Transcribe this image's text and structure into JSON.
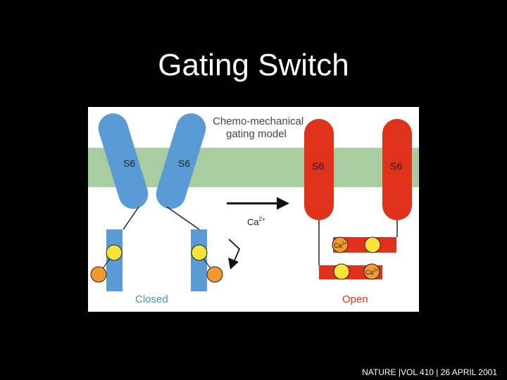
{
  "slide": {
    "title": "Gating Switch",
    "citation": "NATURE |VOL 410 | 26 APRIL 2001"
  },
  "figure": {
    "heading_line1": "Chemo-mechanical",
    "heading_line2": "gating model",
    "closed_state": {
      "label": "Closed",
      "helix_left": "S6",
      "helix_right": "S6"
    },
    "open_state": {
      "label": "Open",
      "helix_left": "S6",
      "helix_right": "S6",
      "ion_upper": "Ca",
      "ion_lower": "Ca",
      "ion_charge": "2+"
    },
    "transition": {
      "ion": "Ca",
      "charge": "2+"
    },
    "colors": {
      "membrane": "#a8cda0",
      "closed_blue": "#5b9bd5",
      "open_red": "#e0311b",
      "yellow": "#f8e33a",
      "orange": "#f0992e",
      "closed_label": "#4a90c8",
      "open_label": "#e0311b"
    }
  }
}
